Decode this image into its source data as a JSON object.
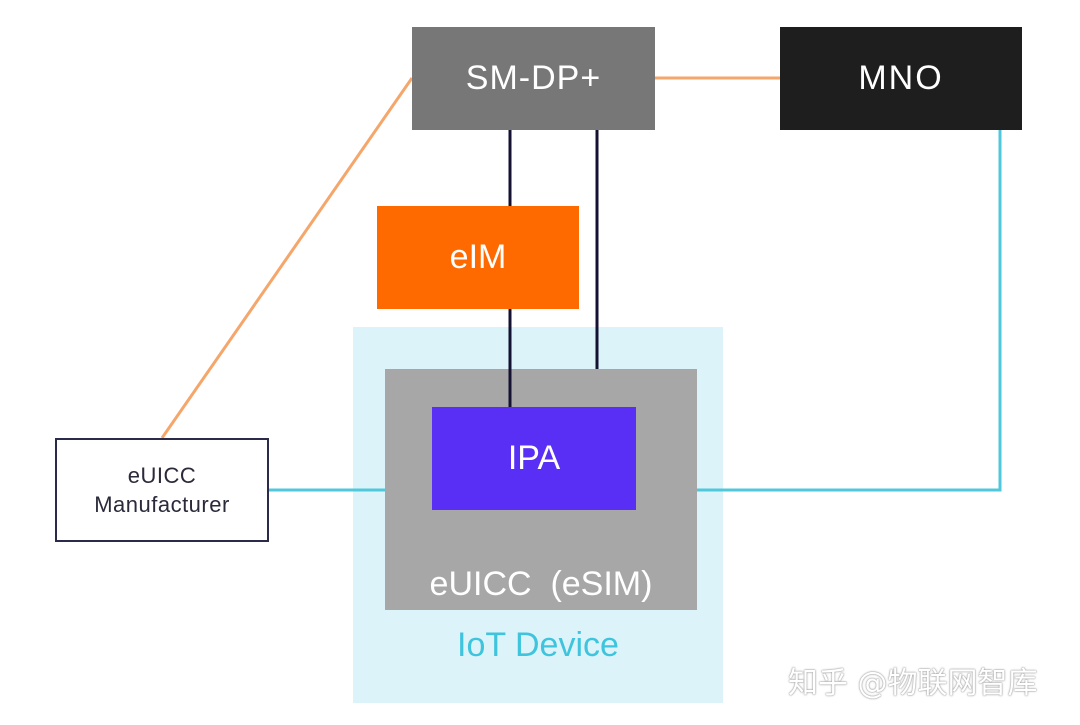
{
  "nodes": {
    "smdp": "SM-DP+",
    "mno": "MNO",
    "eim": "eIM",
    "ipa": "IPA",
    "euicc": "eUICC  (eSIM)",
    "iot_device": "IoT Device",
    "manufacturer_line1": "eUICC",
    "manufacturer_line2": "Manufacturer"
  },
  "watermark": "知乎 @物联网智库",
  "colors": {
    "smdp_fill": "#777777",
    "mno_fill": "#1e1e1e",
    "eim_fill": "#ff6a00",
    "ipa_fill": "#5a2ff5",
    "euicc_fill": "#a7a7a7",
    "iot_device_fill": "#dcf3f9",
    "iot_label": "#3fc4dd",
    "orange_link": "#f5a66b",
    "navy_link": "#141233",
    "cyan_link": "#4fc8dc"
  }
}
